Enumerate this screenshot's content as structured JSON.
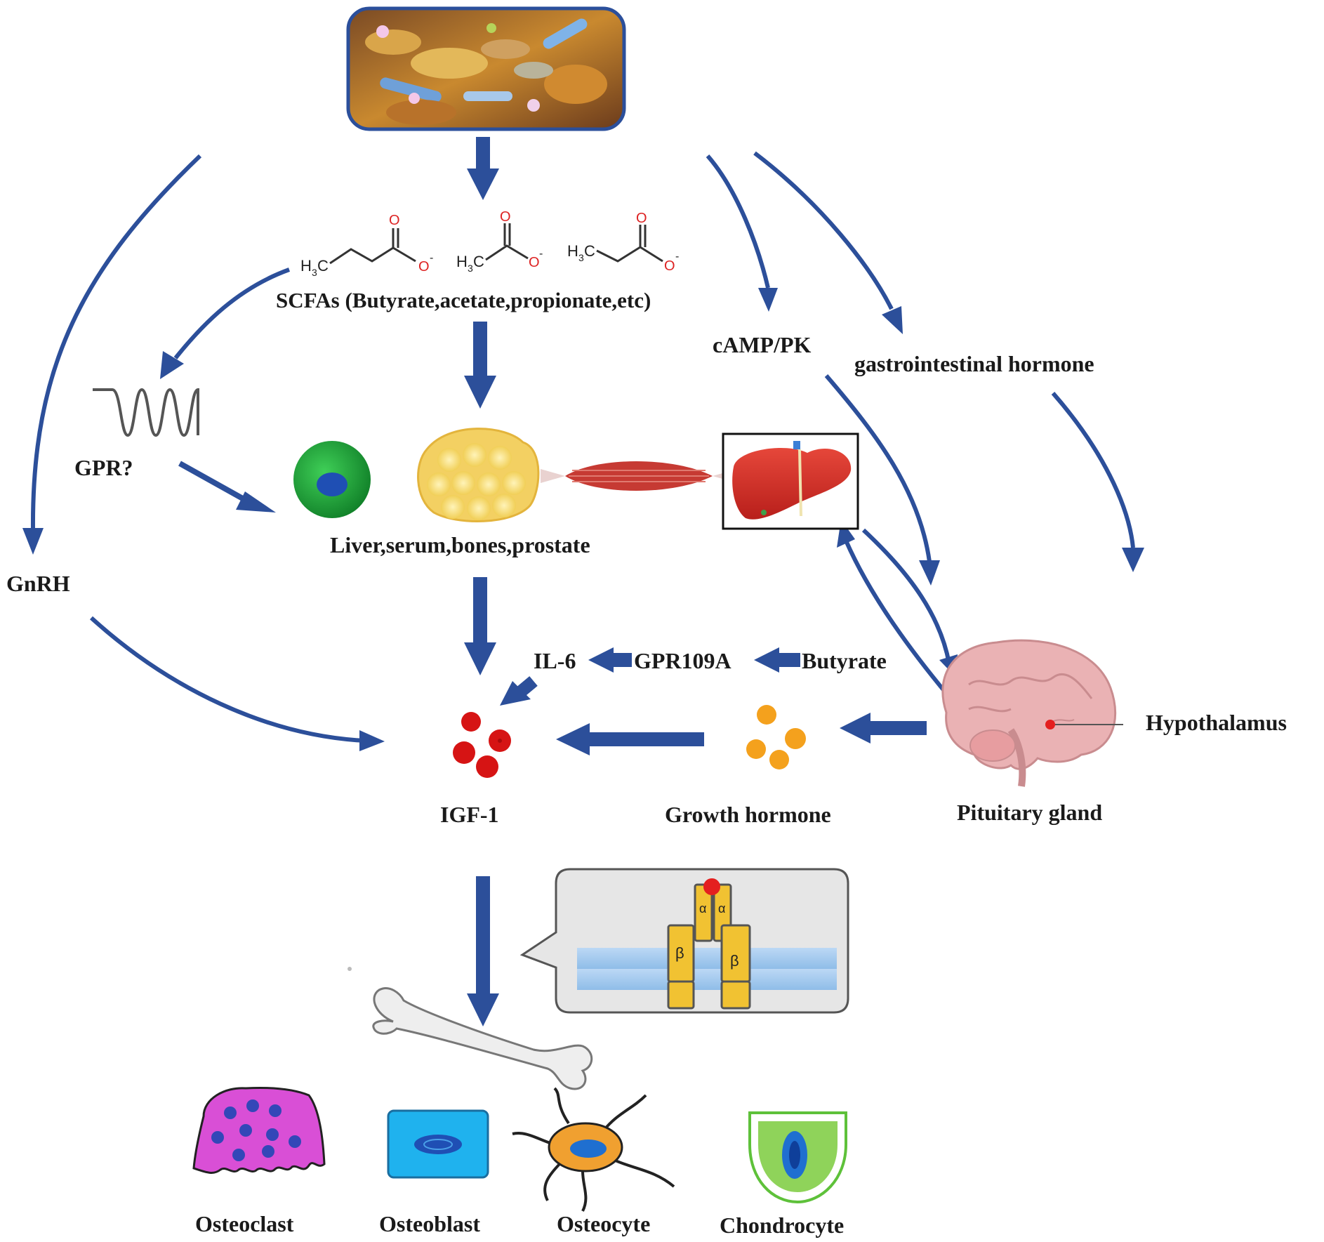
{
  "colors": {
    "arrow": "#2c4f9a",
    "igf": "#d61414",
    "growth_hormone": "#f4a11d",
    "osteoclast": "#d94fd6",
    "osteoblast": "#1fb2ee",
    "chondrocyte": "#5ec13a",
    "liver": "#d9302a",
    "muscle": "#c0302b",
    "fat": "#f6d86a",
    "cell_green": "#1c9a34",
    "nucleus": "#1f4fb4",
    "brain": "#e9aeb0"
  },
  "icons": {
    "gut_microbiota": "gut-microbiota-image",
    "gpr": "receptor-icon",
    "cell": "cell-icon",
    "adipose": "adipose-icon",
    "muscle": "muscle-icon",
    "liver": "liver-icon",
    "brain": "brain-icon",
    "receptor": "igf1-receptor-icon",
    "bone": "bone-icon"
  },
  "labels": {
    "scfas": "SCFAs (Butyrate,acetate,propionate,etc)",
    "gpr": "GPR?",
    "gnrh": "GnRH",
    "camp": "cAMP/PK",
    "gi_hormone": "gastrointestinal hormone",
    "targets": "Liver,serum,bones,prostate",
    "il6": "IL-6",
    "gpr109a": "GPR109A",
    "butyrate": "Butyrate",
    "hypothalamus": "Hypothalamus",
    "igf1": "IGF-1",
    "growth_hormone": "Growth hormone",
    "pituitary": "Pituitary gland",
    "osteoclast": "Osteoclast",
    "osteoblast": "Osteoblast",
    "osteocyte": "Osteocyte",
    "chondrocyte": "Chondrocyte"
  },
  "chem": {
    "h3c": "H",
    "sub3": "3",
    "c": "C",
    "o": "O",
    "o_minus": "O",
    "minus": "-"
  },
  "receptor": {
    "alpha": "α",
    "beta": "β"
  }
}
